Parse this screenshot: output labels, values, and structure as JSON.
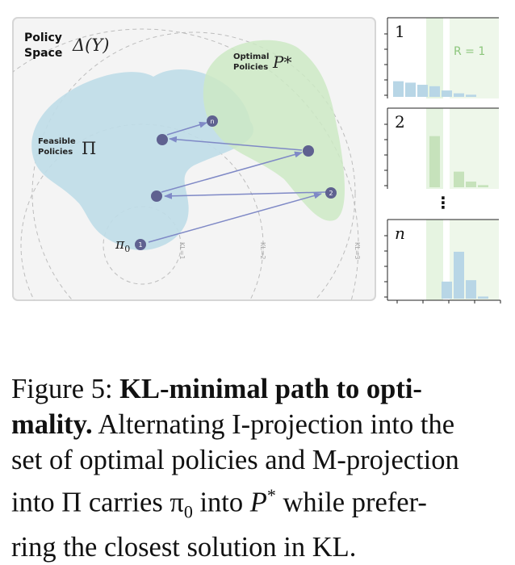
{
  "diagram": {
    "space_label_line1": "Policy",
    "space_label_line2": "Space",
    "space_symbol": "Δ(Y)",
    "feasible_label_line1": "Feasible",
    "feasible_label_line2": "Policies",
    "feasible_symbol": "Π",
    "optimal_label_line1": "Optimal",
    "optimal_label_line2": "Policies",
    "optimal_symbol": "P*",
    "start_symbol": "π",
    "start_subscript": "0",
    "point_markers": [
      "1",
      "2",
      "n"
    ],
    "kl_labels": [
      "KL=1",
      "KL=2",
      "KL=3"
    ],
    "colors": {
      "feasible": "#bfdde8",
      "optimal": "#cde9c4",
      "points": "#5f6190",
      "arrows": "#7f89c6",
      "panel_bg": "#f4f4f4"
    }
  },
  "panels": [
    {
      "label": "1",
      "annotation": "R = 1",
      "bar_color": "#b8d6e6",
      "bars": [
        0.22,
        0.2,
        0.17,
        0.15,
        0.09,
        0.05,
        0.03,
        0.0
      ]
    },
    {
      "label": "2",
      "bar_color": "#c6e2bb",
      "bars": [
        0.0,
        0.0,
        0.0,
        0.72,
        0.0,
        0.22,
        0.08,
        0.03
      ]
    },
    {
      "label": "n",
      "bar_color": "#b8d6e6",
      "bars": [
        0.0,
        0.0,
        0.0,
        0.0,
        0.24,
        0.66,
        0.26,
        0.03
      ]
    }
  ],
  "ellipsis": "⋮",
  "caption": {
    "prefix": "Figure 5: ",
    "title": "KL-minimal path to opti-mality.",
    "title_part1": "KL-minimal path to opti-",
    "title_part2": "mality.",
    "line2_rest": " Alternating I-projection into the",
    "line3": "set of optimal policies and M-projection",
    "line4_a": "into Π carries π",
    "line4_sub": "0",
    "line4_b": " into ",
    "line4_sym": "P",
    "line4_sup": "*",
    "line4_c": " while prefer-",
    "line5": "ring the closest solution in KL."
  }
}
